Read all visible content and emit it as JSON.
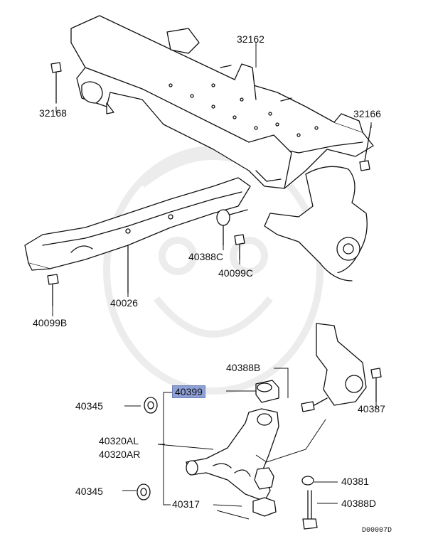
{
  "callouts": {
    "c32162": "32162",
    "c32168": "32168",
    "c32166": "32166",
    "c40388c": "40388C",
    "c40099c": "40099C",
    "c40026": "40026",
    "c40099b": "40099B",
    "c40388b": "40388B",
    "c40399": "40399",
    "c40345a": "40345",
    "c40387": "40387",
    "c40320al": "40320AL",
    "c40320ar": "40320AR",
    "c40381": "40381",
    "c40345b": "40345",
    "c40317": "40317",
    "c40388d": "40388D"
  },
  "diagram_code": "D00007D",
  "highlight_color": "#8ea0d6"
}
